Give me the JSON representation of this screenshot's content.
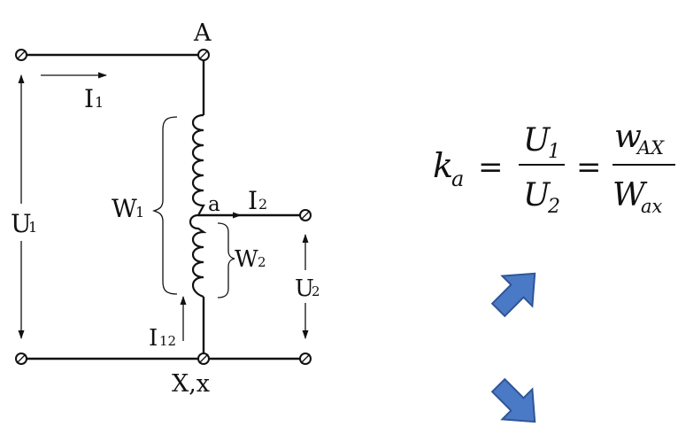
{
  "labels": {
    "node_A": "A",
    "node_a": "a",
    "node_Xx": "X,x",
    "current_I1": "I",
    "current_I1_sub": "1",
    "current_I2": "I",
    "current_I2_sub": "2",
    "current_I12": "I",
    "current_I12_sub": "12",
    "voltage_U1": "U",
    "voltage_U1_sub": "1",
    "voltage_U2": "U",
    "voltage_U2_sub": "2",
    "winding_W1": "W",
    "winding_W1_sub": "1",
    "winding_W2": "W",
    "winding_W2_sub": "2"
  },
  "formula": {
    "k": "k",
    "k_sub": "a",
    "eq1": "=",
    "num1": "U",
    "num1_sub": "1",
    "den1": "U",
    "den1_sub": "2",
    "eq2": "=",
    "num2": "w",
    "num2_sub": "AX",
    "den2": "W",
    "den2_sub": "ax"
  },
  "arrows": {
    "upper_direction": "up-right",
    "lower_direction": "down-right",
    "color": "#4a7ac6"
  }
}
